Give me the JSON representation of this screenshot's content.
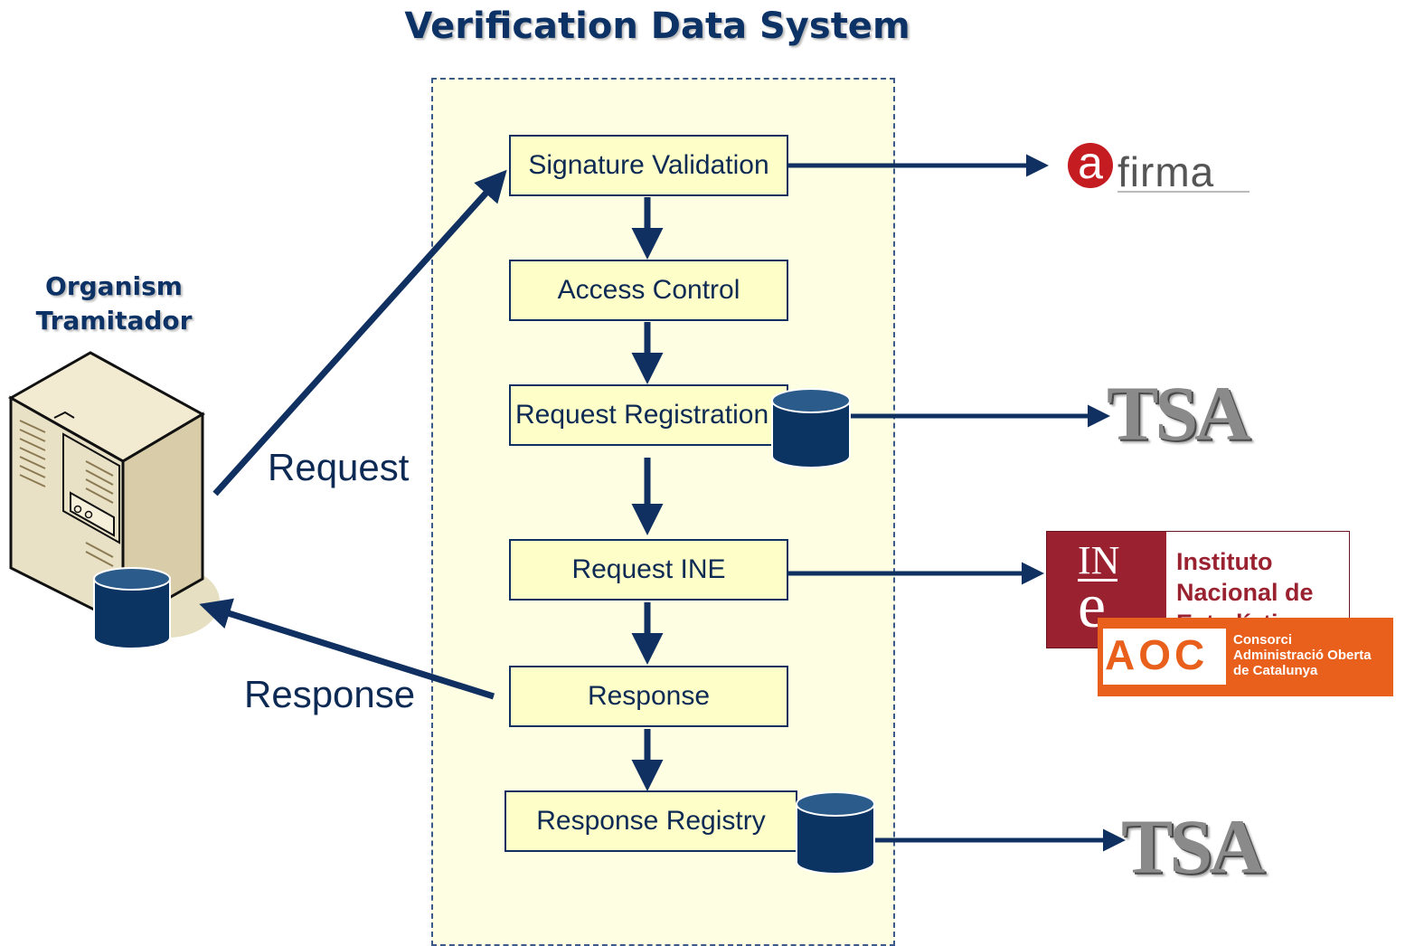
{
  "title": "Verification Data System",
  "organism": {
    "line1": "Organism",
    "line2": "Tramitador"
  },
  "labels": {
    "request": "Request",
    "response": "Response"
  },
  "steps": [
    "Signature Validation",
    "Access Control",
    "Request Registration",
    "Request INE",
    "Response",
    "Response Registry"
  ],
  "logos": {
    "afirma": {
      "circle": "a",
      "text": "firma"
    },
    "tsa_1": "TSA",
    "tsa_2": "TSA",
    "ine": {
      "letters_top": "IN",
      "letters_bottom": "e",
      "name": "Instituto\nNacional de\nEstadística"
    },
    "aoc": {
      "letters": "AOC",
      "name": "Consorci\nAdministració Oberta\nde Catalunya"
    }
  },
  "colors": {
    "navy": "#0d3265",
    "panel": "#fefee3",
    "box": "#fefec8",
    "ine": "#9a2130",
    "aoc": "#e8601c",
    "afirma": "#c51c22"
  }
}
